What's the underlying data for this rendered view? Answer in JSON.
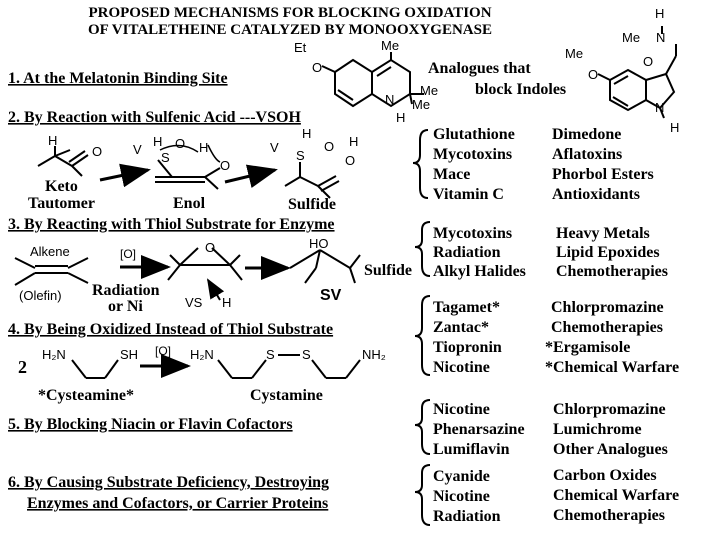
{
  "title": {
    "line1": "PROPOSED  MECHANISMS  FOR  BLOCKING  OXIDATION",
    "line2": "OF VITALETHEINE CATALYZED BY MONOOXYGENASE"
  },
  "mechanisms": [
    "1. At the Melatonin Binding Site",
    "2. By  Reaction with Sulfenic Acid ---VSOH",
    "3. By Reacting with Thiol Substrate for Enzyme",
    "4. By Being Oxidized Instead of Thiol Substrate",
    "5. By Blocking Niacin or Flavin Cofactors",
    "6. By Causing Substrate Deficiency, Destroying",
    "Enzymes and Cofactors, or Carrier Proteins"
  ],
  "analogues": {
    "line1": "Analogues that",
    "line2": "block Indoles"
  },
  "atoms": {
    "Et": "Et",
    "O": "O",
    "Me": "Me",
    "N": "N",
    "H": "H",
    "V": "V",
    "S": "S",
    "HO": "HO",
    "VS": "VS",
    "SV": "SV",
    "H2N": "H₂N",
    "SH": "SH",
    "NH2": "NH₂"
  },
  "scheme2": {
    "keto": "Keto",
    "tautomer": "Tautomer",
    "enol": "Enol",
    "sulfide": "Sulfide"
  },
  "scheme3": {
    "alkene": "Alkene",
    "olefin": "(Olefin)",
    "oxidant": "[O]",
    "radiation": "Radiation",
    "or_ni": "or Ni",
    "sulfide": "Sulfide"
  },
  "scheme4": {
    "coef": "2",
    "oxidant": "[O]",
    "cysteamine": "*Cysteamine*",
    "cystamine": "Cystamine"
  },
  "groups": [
    {
      "left": [
        "Glutathione",
        "Mycotoxins",
        "Mace",
        "Vitamin  C"
      ],
      "right": [
        "Dimedone",
        "Aflatoxins",
        "Phorbol Esters",
        "Antioxidants"
      ]
    },
    {
      "left": [
        "Mycotoxins",
        "Radiation",
        "Alkyl Halides"
      ],
      "right": [
        "Heavy Metals",
        "Lipid  Epoxides",
        "Chemotherapies"
      ]
    },
    {
      "left": [
        "Tagamet*",
        "Zantac*",
        "Tiopronin",
        "Nicotine"
      ],
      "right": [
        "Chlorpromazine",
        "Chemotherapies",
        "*Ergamisole",
        "*Chemical  Warfare"
      ]
    },
    {
      "left": [
        "Nicotine",
        "Phenarsazine",
        "Lumiflavin"
      ],
      "right": [
        "Chlorpromazine",
        "Lumichrome",
        "Other Analogues"
      ]
    },
    {
      "left": [
        "Cyanide",
        "Nicotine",
        "Radiation"
      ],
      "right": [
        "Carbon  Oxides",
        "Chemical  Warfare",
        "Chemotherapies"
      ]
    }
  ]
}
